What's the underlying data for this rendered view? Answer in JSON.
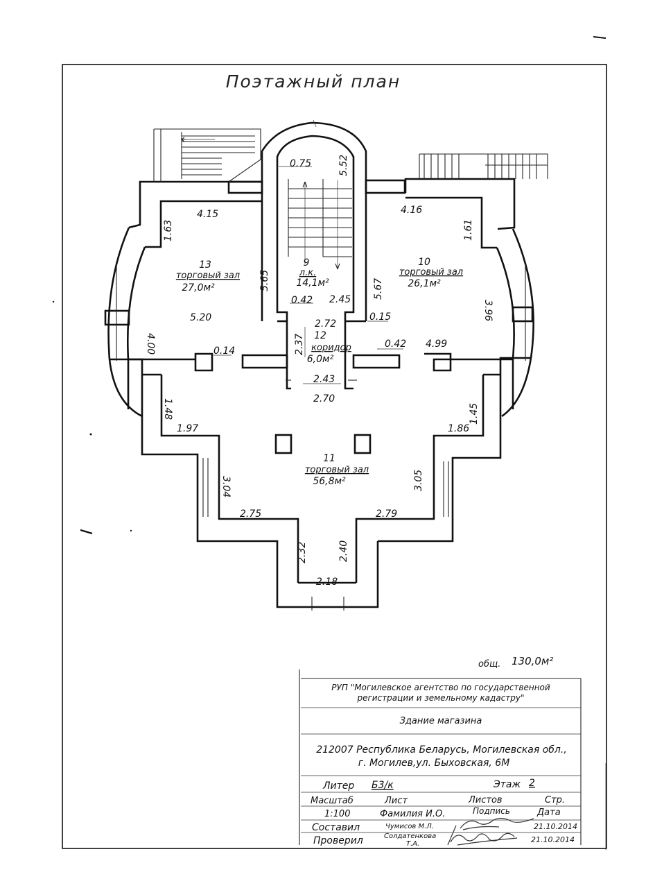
{
  "title": "Поэтажный план",
  "rooms": {
    "r13": {
      "num": "13",
      "name": "торговый зал",
      "area": "27,0м²"
    },
    "r10": {
      "num": "10",
      "name": "торговый зал",
      "area": "26,1м²"
    },
    "r9": {
      "num": "9",
      "name": "л.к.",
      "area": "14,1м²"
    },
    "r12": {
      "num": "12",
      "name": "коридор",
      "area": "6,0м²"
    },
    "r11": {
      "num": "11",
      "name": "торговый зал",
      "area": "56,8м²"
    }
  },
  "dims": {
    "d075": "0.75",
    "d552": "5.52",
    "d415": "4.15",
    "d416": "4.16",
    "d163": "1.63",
    "d161": "1.61",
    "d565": "5.65",
    "d567": "5.67",
    "d042a": "0.42",
    "d245": "2.45",
    "d015": "0.15",
    "d272": "2.72",
    "d237": "2.37",
    "d042b": "0.42",
    "d499": "4.99",
    "d400": "4.00",
    "d520": "5.20",
    "d014": "0.14",
    "d396": "3.96",
    "d243": "2.43",
    "d270": "2.70",
    "d148": "1.48",
    "d197": "1.97",
    "d145": "1.45",
    "d186": "1.86",
    "d304": "3.04",
    "d305": "3.05",
    "d275": "2.75",
    "d279": "2.79",
    "d232": "2.32",
    "d240": "2.40",
    "d218": "2.18"
  },
  "total": {
    "label": "общ.",
    "value": "130,0м²"
  },
  "stamp": {
    "org_line1": "РУП \"Могилевское агентство по государственной",
    "org_line2": "регистрации и земельному кадастру\"",
    "building": "Здание магазина",
    "addr_line1": "212007 Республика Беларусь, Могилевская обл.,",
    "addr_line2": "г. Могилев,ул. Быховская, 6М",
    "liter_label": "Литер",
    "liter_value": "Б3/к",
    "floor_label": "Этаж",
    "floor_value": "2",
    "scale_label": "Масштаб",
    "sheet_label": "Лист",
    "sheets_label": "Листов",
    "page_label": "Стр.",
    "scale_value": "1:100",
    "name_label": "Фамилия И.О.",
    "sign_label": "Подпись",
    "date_label": "Дата",
    "compiled_label": "Составил",
    "compiled_name": "Чумисов М.Л.",
    "compiled_date": "21.10.2014",
    "checked_label": "Проверил",
    "checked_name_l1": "Солдатенкова",
    "checked_name_l2": "Т.А.",
    "checked_date": "21.10.2014"
  }
}
